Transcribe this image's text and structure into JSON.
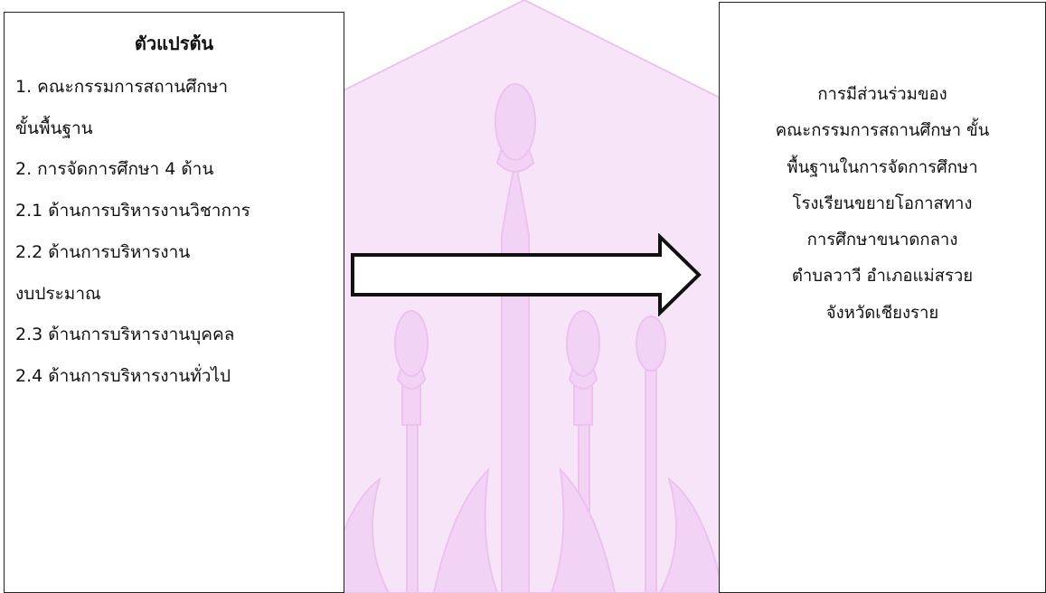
{
  "diagram": {
    "left_box": {
      "title": "ตัวแปรต้น",
      "lines": [
        "1.  คณะกรรมการสถานศึกษา",
        "ขั้นพื้นฐาน",
        "2. การจัดการศึกษา 4 ด้าน",
        "2.1 ด้านการบริหารงานวิชาการ",
        "2.2 ด้านการบริหารงาน",
        "งบประมาณ",
        "2.3 ด้านการบริหารงานบุคคล",
        "2.4 ด้านการบริหารงานทั่วไป"
      ]
    },
    "right_box": {
      "lines": [
        "การมีส่วนร่วมของ",
        "คณะกรรมการสถานศึกษา   ขั้น",
        "พื้นฐานในการจัดการศึกษา",
        "โรงเรียนขยายโอกาสทาง",
        "การศึกษาขนาดกลาง",
        "ตำบลวาวี อำเภอแม่สรวย",
        "จังหวัดเชียงราย"
      ]
    },
    "watermark_color": "#efc6f2"
  }
}
